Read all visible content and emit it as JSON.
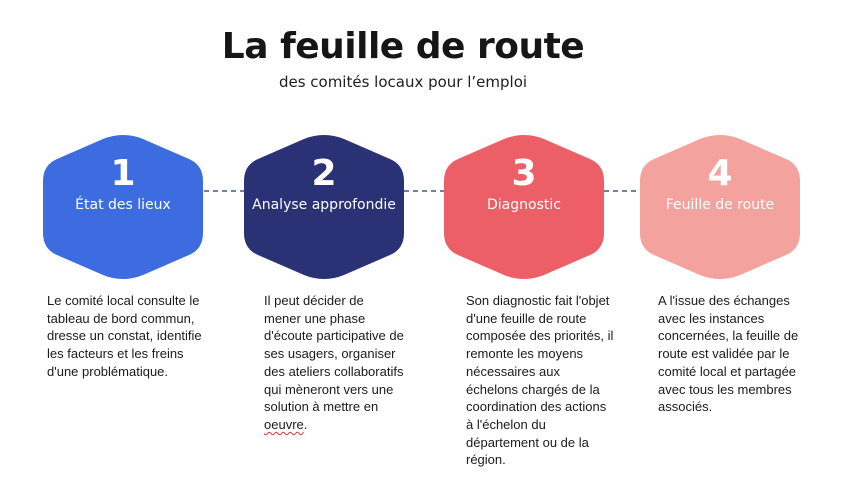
{
  "title": "La feuille de route",
  "subtitle": "des comités locaux pour l’emploi",
  "colors": {
    "step1": "#3d6ce0",
    "step2": "#2a3175",
    "step3": "#ec5f66",
    "step4": "#f3a29d",
    "connector": "#3d5a8a"
  },
  "steps": [
    {
      "number": "1",
      "label": "État des lieux",
      "description": "Le comité local consulte le tableau de bord commun, dresse un constat, identifie les facteurs et les freins d'une problématique."
    },
    {
      "number": "2",
      "label": "Analyse approfondie",
      "description": "Il peut décider de mener une phase d'écoute participative de ses usagers, organiser des ateliers collaboratifs qui mèneront vers une solution à mettre en",
      "description_end": "oeuvre",
      "description_tail": "."
    },
    {
      "number": "3",
      "label": "Diagnostic",
      "description": "Son diagnostic fait l'objet d'une feuille de route composée des priorités, il remonte les moyens nécessaires aux échelons chargés de la coordination des actions à l'échelon du département ou de la région."
    },
    {
      "number": "4",
      "label": "Feuille de route",
      "description": "A l'issue des échanges avec les instances concernées, la feuille de route est validée par le comité local et partagée avec tous les membres associés."
    }
  ]
}
